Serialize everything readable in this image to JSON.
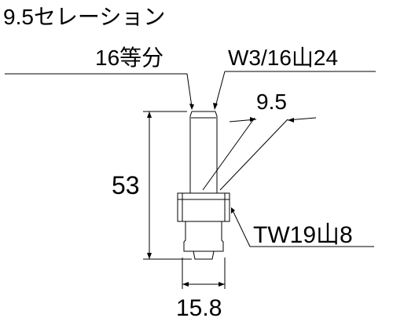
{
  "annotations": {
    "serration": "9.5セレーション",
    "serration_divisions": "16等分",
    "upper_thread": "W3/16山24",
    "tip_diameter": "9.5",
    "total_length": "53",
    "lower_thread": "TW19山8",
    "base_diameter": "15.8"
  }
}
